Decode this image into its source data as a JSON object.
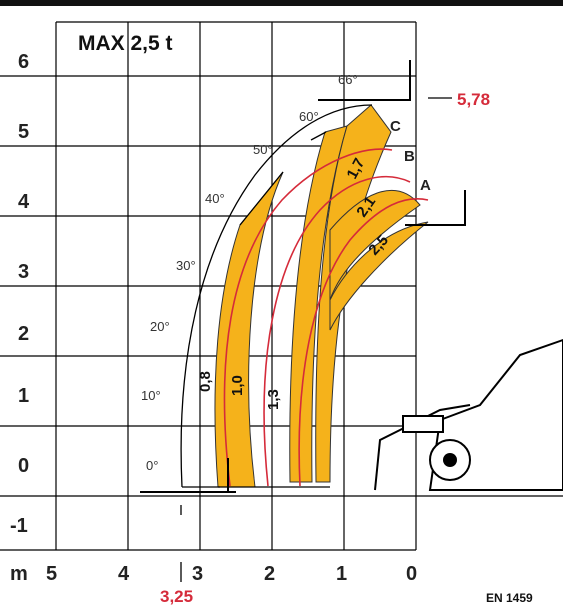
{
  "title": "MAX 2,5 t",
  "standard": "EN 1459",
  "axis_unit": "m",
  "y_ticks": [
    "6",
    "5",
    "4",
    "3",
    "2",
    "1",
    "0",
    "-1"
  ],
  "x_ticks": [
    "5",
    "4",
    "3",
    "2",
    "1",
    "0"
  ],
  "angles": [
    "66°",
    "60°",
    "50°",
    "40°",
    "30°",
    "20°",
    "10°",
    "0°"
  ],
  "capacities": [
    "0,8",
    "1,0",
    "1,3",
    "1,7",
    "2,1",
    "2,5"
  ],
  "curves": [
    "A",
    "B",
    "C"
  ],
  "max_height_label": "5,78",
  "max_reach_label": "3,25",
  "colors": {
    "zone": "#f5b21b",
    "curve": "#d52b3a",
    "grid": "#000000",
    "highlight": "#d52b3a"
  }
}
